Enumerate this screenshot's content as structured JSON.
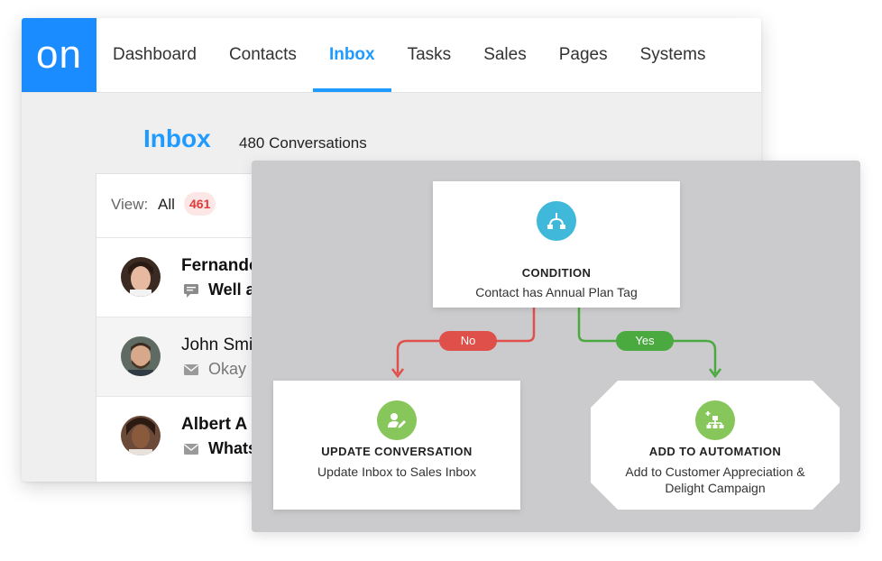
{
  "app": {
    "logo_text": "on",
    "nav": [
      {
        "label": "Dashboard",
        "active": false
      },
      {
        "label": "Contacts",
        "active": false
      },
      {
        "label": "Inbox",
        "active": true
      },
      {
        "label": "Tasks",
        "active": false
      },
      {
        "label": "Sales",
        "active": false
      },
      {
        "label": "Pages",
        "active": false
      },
      {
        "label": "Systems",
        "active": false
      }
    ],
    "page_title": "Inbox",
    "conversation_count": "480 Conversations",
    "view": {
      "label": "View:",
      "value": "All",
      "badge": "461"
    },
    "conversations": [
      {
        "name": "Fernande",
        "message": "Well a",
        "unread": true,
        "icon": "chat-icon"
      },
      {
        "name": "John Smi",
        "message": "Okay I",
        "unread": false,
        "icon": "mail-icon"
      },
      {
        "name": "Albert A",
        "message": "Whats",
        "unread": true,
        "icon": "mail-icon"
      }
    ]
  },
  "flow": {
    "condition": {
      "title": "CONDITION",
      "desc": "Contact has Annual Plan Tag",
      "icon": "branch-icon"
    },
    "no_label": "No",
    "yes_label": "Yes",
    "update": {
      "title": "UPDATE CONVERSATION",
      "desc": "Update Inbox to Sales Inbox",
      "icon": "user-edit-icon"
    },
    "automation": {
      "title": "ADD TO AUTOMATION",
      "desc": "Add to Customer Appreciation & Delight Campaign",
      "icon": "sitemap-plus-icon"
    }
  },
  "colors": {
    "brand_blue": "#1a8cff",
    "active_blue": "#1f9bff",
    "condition_teal": "#3fb8d9",
    "action_green": "#86c65a",
    "no_red": "#e0504a",
    "yes_green": "#4aa93f",
    "badge_red": "#e23a3a"
  }
}
